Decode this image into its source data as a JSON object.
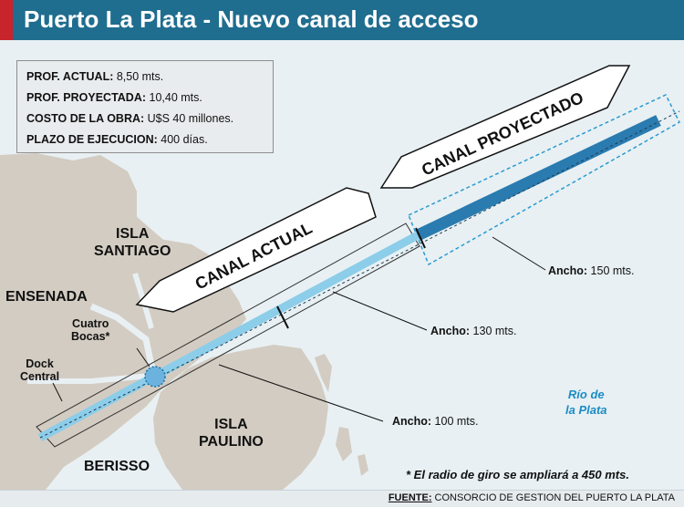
{
  "title": "Puerto La Plata - Nuevo canal de acceso",
  "info": {
    "prof_actual_label": "PROF. ACTUAL:",
    "prof_actual_value": " 8,50 mts.",
    "prof_proy_label": "PROF. PROYECTADA:",
    "prof_proy_value": " 10,40 mts.",
    "costo_label": "COSTO DE LA OBRA:",
    "costo_value": " U$S 40 millones.",
    "plazo_label": "PLAZO DE EJECUCION:",
    "plazo_value": " 400 días."
  },
  "canals": {
    "actual": "CANAL ACTUAL",
    "proyectado": "CANAL PROYECTADO"
  },
  "places": {
    "isla_santiago_1": "ISLA",
    "isla_santiago_2": "SANTIAGO",
    "ensenada": "ENSENADA",
    "cuatro_bocas_1": "Cuatro",
    "cuatro_bocas_2": "Bocas*",
    "dock_central_1": "Dock",
    "dock_central_2": "Central",
    "isla_paulino_1": "ISLA",
    "isla_paulino_2": "PAULINO",
    "berisso": "BERISSO",
    "rio_1": "Río de",
    "rio_2": "la Plata"
  },
  "widths": {
    "label": "Ancho:",
    "w150": " 150 mts.",
    "w130": " 130 mts.",
    "w100": " 100 mts."
  },
  "note": "* El radio de giro se ampliará a 450 mts.",
  "source": {
    "label": "FUENTE:",
    "text": " CONSORCIO DE GESTION DEL PUERTO LA PLATA"
  },
  "colors": {
    "header": "#1f6d8f",
    "header_accent": "#c8242b",
    "water": "#e8f0f3",
    "land": "#d3ccc2",
    "canal_actual": "#8ccde9",
    "canal_proyectado": "#2a7bb0"
  }
}
